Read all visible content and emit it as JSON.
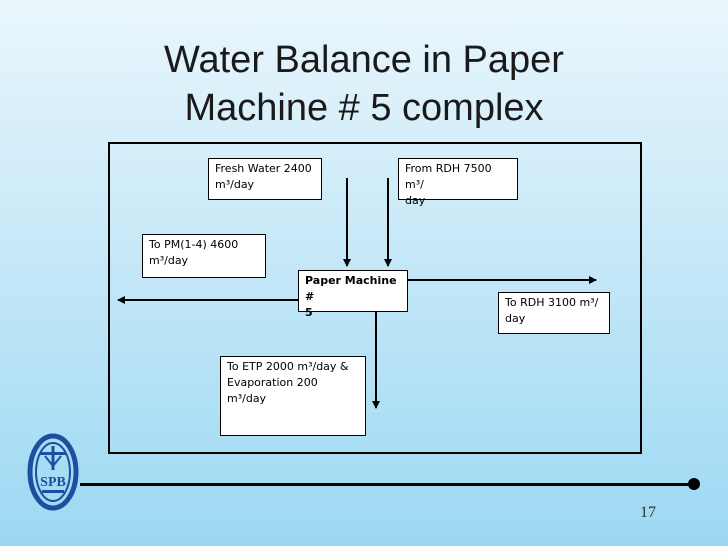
{
  "slide": {
    "title_line1": "Water Balance in Paper",
    "title_line2": "Machine # 5 complex",
    "page_number": "17",
    "logo_text": "SPB"
  },
  "diagram": {
    "fresh_water": "Fresh Water 2400\nm³/day",
    "from_rdh": "From RDH 7500 m³/\nday",
    "to_pm": "To PM(1-4) 4600\nm³/day",
    "paper_machine": "Paper Machine #\n5",
    "to_rdh": "To RDH 3100 m³/\nday",
    "to_etp": "To ETP 2000 m³/day &\nEvaporation 200\nm³/day"
  },
  "colors": {
    "background_top": "#eaf6fc",
    "background_bottom": "#9cd8f3",
    "logo": "#1b4fa0"
  }
}
